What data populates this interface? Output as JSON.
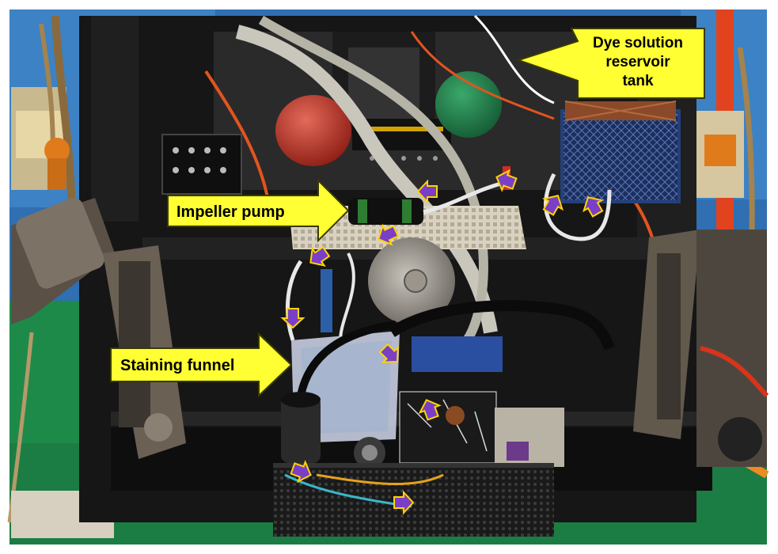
{
  "labels": {
    "dye_tank": [
      "Dye solution",
      "reservoir",
      "tank"
    ],
    "impeller_pump": "Impeller pump",
    "staining_funnel": "Staining funnel"
  },
  "colors": {
    "callout_fill": "#ffff33",
    "callout_stroke": "#3a3a00",
    "flow_arrow_fill": "#7a3fc6",
    "flow_arrow_stroke": "#ffd400",
    "deck_green": "#1e8a4a",
    "frame_black": "#161616"
  }
}
